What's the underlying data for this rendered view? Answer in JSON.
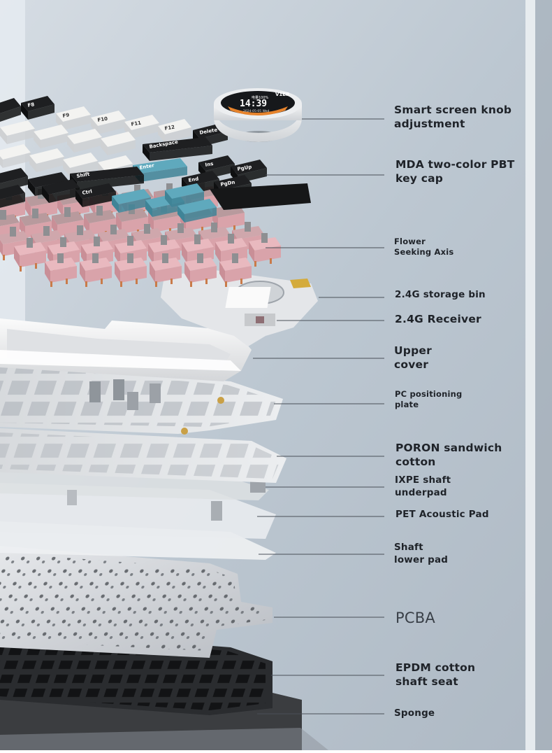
{
  "screen": {
    "brand": "V1ER",
    "status": "电量100%",
    "time": "14:39",
    "date": "2024-05-05 Wed"
  },
  "keycaps": {
    "f8": "F8",
    "f9": "F9",
    "f10": "F10",
    "f11": "F11",
    "f12": "F12",
    "del": "Delete",
    "backspace": "Backspace",
    "ins": "Ins",
    "pgup": "PgUp",
    "end": "End",
    "pgdn": "PgDn",
    "shift": "Shift",
    "ctrl": "Ctrl",
    "enter": "Enter"
  },
  "labels": [
    {
      "id": "smart-screen-knob",
      "text": "Smart screen knob\nadjustment",
      "size": "lg"
    },
    {
      "id": "mda-keycap",
      "text": "MDA two-color PBT\nkey cap",
      "size": "lg"
    },
    {
      "id": "flower-seeking-axis",
      "text": "Flower\nSeeking Axis",
      "size": "sm"
    },
    {
      "id": "storage-bin",
      "text": "2.4G storage bin",
      "size": "md"
    },
    {
      "id": "receiver",
      "text": "2.4G Receiver",
      "size": "lg"
    },
    {
      "id": "upper-cover",
      "text": "Upper\ncover",
      "size": "lg"
    },
    {
      "id": "pc-plate",
      "text": "PC positioning\nplate",
      "size": "sm"
    },
    {
      "id": "poron-cotton",
      "text": "PORON sandwich\ncotton",
      "size": "lg"
    },
    {
      "id": "ixpe-underpad",
      "text": "IXPE shaft\nunderpad",
      "size": "md"
    },
    {
      "id": "pet-acoustic",
      "text": "PET Acoustic Pad",
      "size": "md"
    },
    {
      "id": "shaft-lower-pad",
      "text": "Shaft\nlower pad",
      "size": "md"
    },
    {
      "id": "pcba",
      "text": "PCBA",
      "size": "light"
    },
    {
      "id": "epdm-cotton",
      "text": "EPDM cotton\nshaft seat",
      "size": "lg"
    },
    {
      "id": "sponge",
      "text": "Sponge",
      "size": "md"
    }
  ],
  "colors": {
    "background": "#b9c4ce",
    "label_text": "#1f2329",
    "keycap_black": "#1e1f21",
    "keycap_white": "#f3f3f1",
    "keycap_teal": "#5fa9bd",
    "switch_pink": "#e9b9bf",
    "switch_mauve": "#b89a9d",
    "pcba_silver": "#cfd2d6",
    "epdm_black": "#2a2c2f"
  }
}
